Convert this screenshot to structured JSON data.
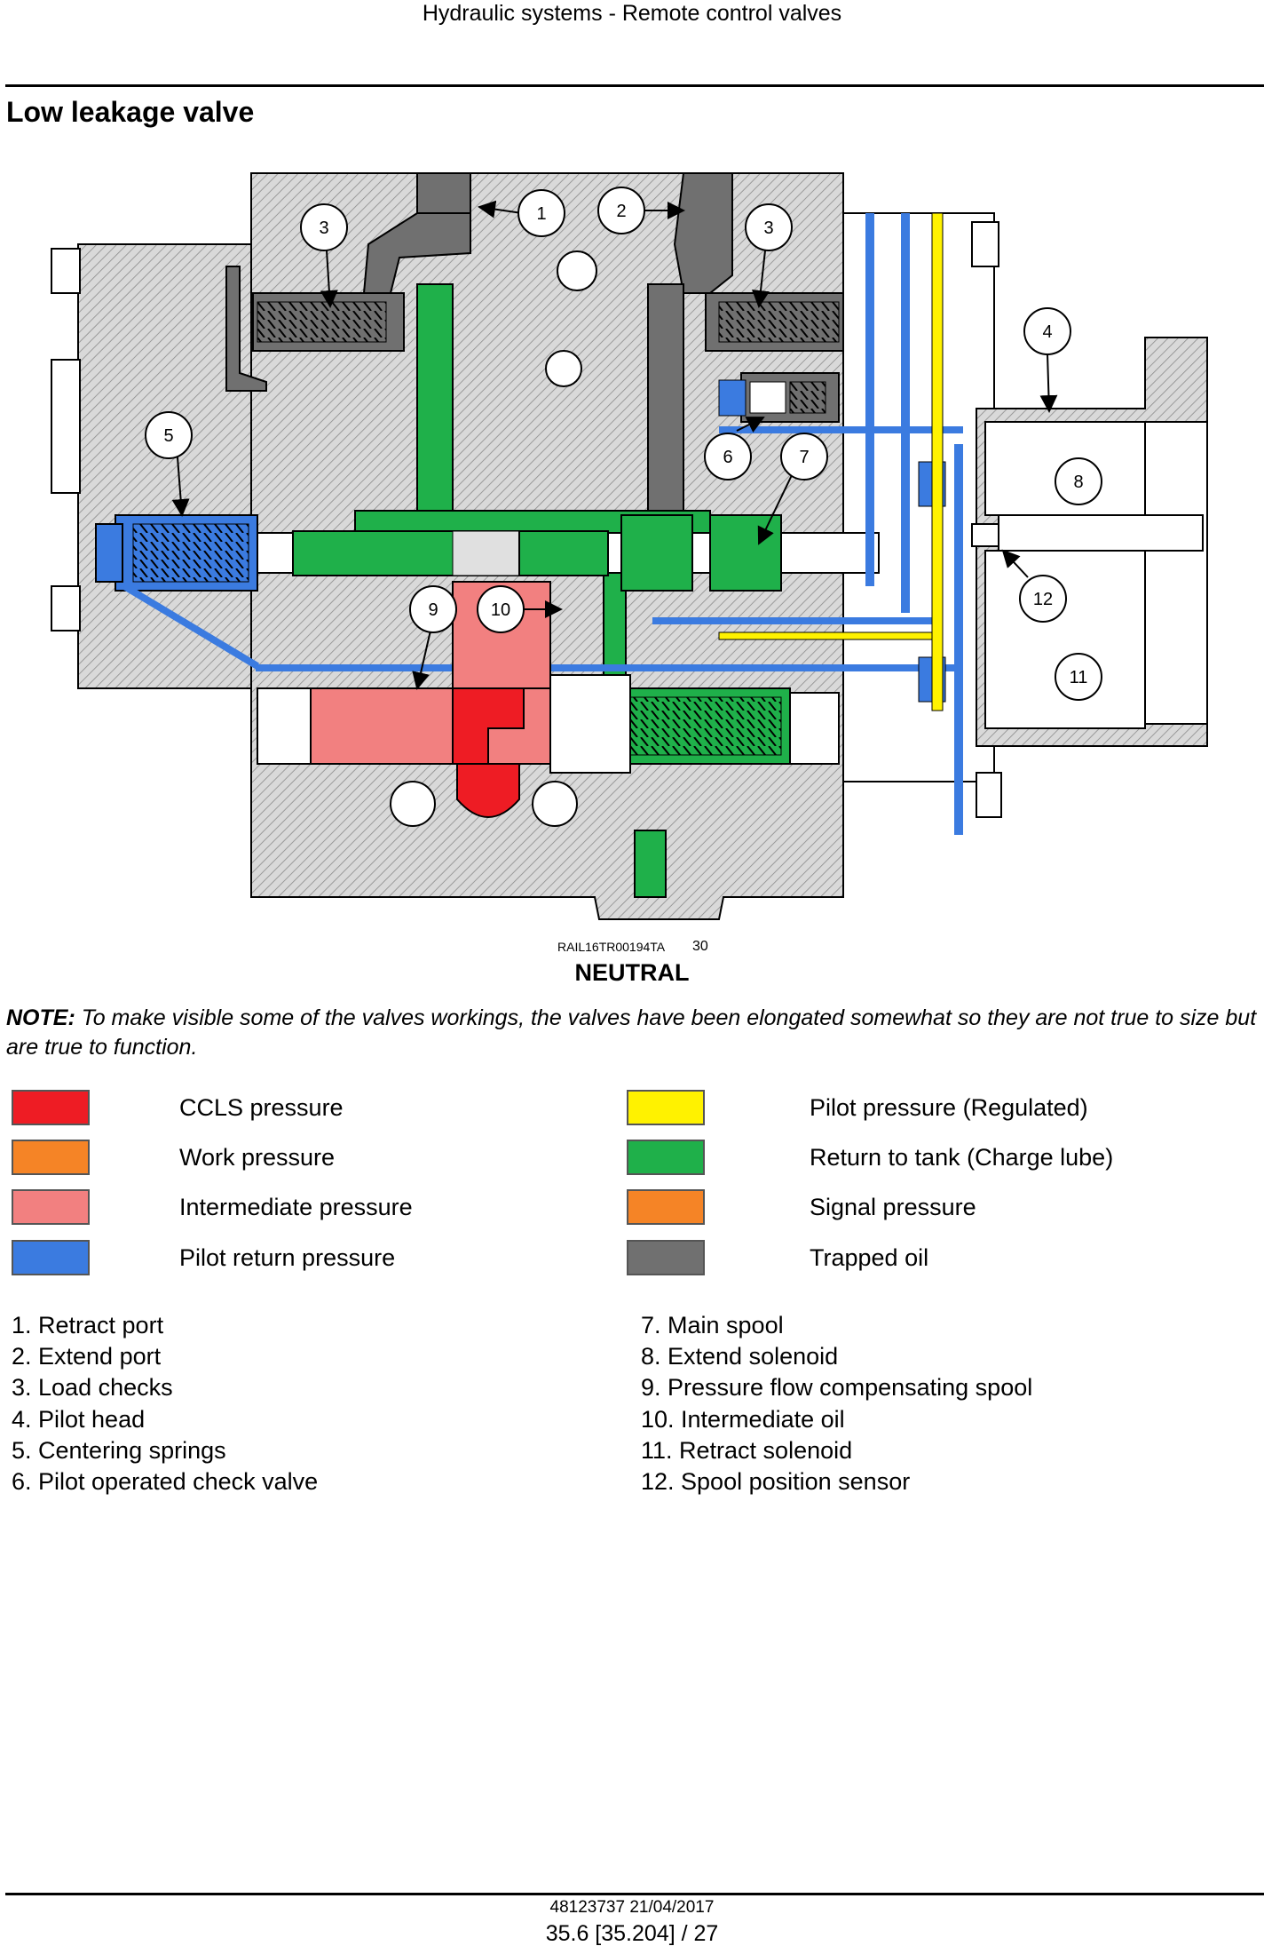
{
  "header": {
    "title": "Hydraulic systems - Remote control valves"
  },
  "section": {
    "title": "Low leakage valve"
  },
  "figure": {
    "id": "RAIL16TR00194TA",
    "number": "30",
    "caption": "NEUTRAL",
    "callouts": [
      "1",
      "2",
      "3",
      "3",
      "4",
      "5",
      "6",
      "7",
      "8",
      "9",
      "10",
      "11",
      "12"
    ]
  },
  "note": {
    "label": "NOTE:",
    "text": "To make visible some of the valves workings, the valves have been elongated somewhat so they are not true to size but are true to function."
  },
  "legend": [
    {
      "label": "CCLS pressure",
      "color": "#ee1c24"
    },
    {
      "label": "Work pressure",
      "color": "#f58426"
    },
    {
      "label": "Intermediate pressure",
      "color": "#f28080"
    },
    {
      "label": "Pilot return pressure",
      "color": "#3b7be0"
    },
    {
      "label": "Pilot pressure (Regulated)",
      "color": "#fff200"
    },
    {
      "label": "Return to tank (Charge lube)",
      "color": "#1fb04a"
    },
    {
      "label": "Signal pressure",
      "color": "#f58426"
    },
    {
      "label": "Trapped oil",
      "color": "#707070"
    }
  ],
  "parts": [
    "1.  Retract port",
    "2.  Extend port",
    "3.  Load checks",
    "4.  Pilot head",
    "5.  Centering springs",
    "6.  Pilot operated check valve",
    "7.  Main spool",
    "8.  Extend solenoid",
    "9.  Pressure flow compensating spool",
    "10.  Intermediate oil",
    "11.  Retract solenoid",
    "12.  Spool position sensor"
  ],
  "footer": {
    "doc": "48123737 21/04/2017",
    "page": "35.6 [35.204] / 27"
  }
}
